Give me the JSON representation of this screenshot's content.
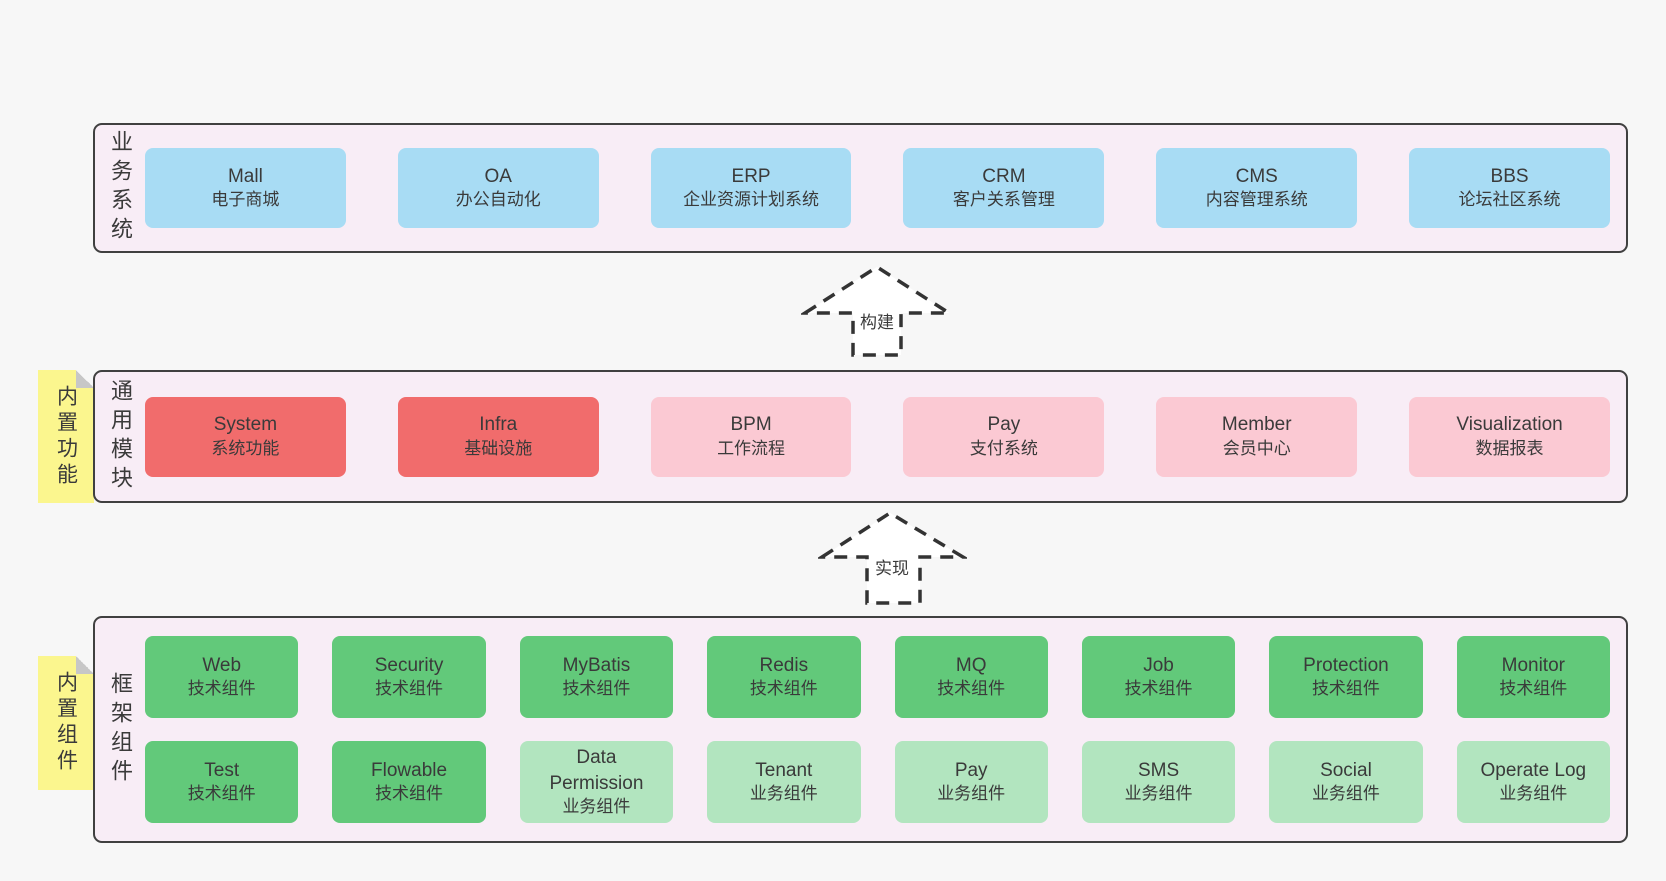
{
  "diagram": {
    "arrows": [
      {
        "id": "build",
        "label": "构建"
      },
      {
        "id": "implement",
        "label": "实现"
      }
    ],
    "tiers": [
      {
        "id": "business-systems",
        "label": "业务系统",
        "sticky": null,
        "rows": [
          [
            {
              "name": "Mall",
              "desc": "电子商城",
              "color": "blue"
            },
            {
              "name": "OA",
              "desc": "办公自动化",
              "color": "blue"
            },
            {
              "name": "ERP",
              "desc": "企业资源计划系统",
              "color": "blue"
            },
            {
              "name": "CRM",
              "desc": "客户关系管理",
              "color": "blue"
            },
            {
              "name": "CMS",
              "desc": "内容管理系统",
              "color": "blue"
            },
            {
              "name": "BBS",
              "desc": "论坛社区系统",
              "color": "blue"
            }
          ]
        ]
      },
      {
        "id": "common-modules",
        "label": "通用模块",
        "sticky": "内置功能",
        "rows": [
          [
            {
              "name": "System",
              "desc": "系统功能",
              "color": "red"
            },
            {
              "name": "Infra",
              "desc": "基础设施",
              "color": "red"
            },
            {
              "name": "BPM",
              "desc": "工作流程",
              "color": "pink"
            },
            {
              "name": "Pay",
              "desc": "支付系统",
              "color": "pink"
            },
            {
              "name": "Member",
              "desc": "会员中心",
              "color": "pink"
            },
            {
              "name": "Visualization",
              "desc": "数据报表",
              "color": "pink"
            }
          ]
        ]
      },
      {
        "id": "framework-components",
        "label": "框架组件",
        "sticky": "内置组件",
        "rows": [
          [
            {
              "name": "Web",
              "desc": "技术组件",
              "color": "green"
            },
            {
              "name": "Security",
              "desc": "技术组件",
              "color": "green"
            },
            {
              "name": "MyBatis",
              "desc": "技术组件",
              "color": "green"
            },
            {
              "name": "Redis",
              "desc": "技术组件",
              "color": "green"
            },
            {
              "name": "MQ",
              "desc": "技术组件",
              "color": "green"
            },
            {
              "name": "Job",
              "desc": "技术组件",
              "color": "green"
            },
            {
              "name": "Protection",
              "desc": "技术组件",
              "color": "green"
            },
            {
              "name": "Monitor",
              "desc": "技术组件",
              "color": "green"
            }
          ],
          [
            {
              "name": "Test",
              "desc": "技术组件",
              "color": "green"
            },
            {
              "name": "Flowable",
              "desc": "技术组件",
              "color": "green"
            },
            {
              "name": "Data\nPermission",
              "desc": "业务组件",
              "color": "light_green"
            },
            {
              "name": "Tenant",
              "desc": "业务组件",
              "color": "light_green"
            },
            {
              "name": "Pay",
              "desc": "业务组件",
              "color": "light_green"
            },
            {
              "name": "SMS",
              "desc": "业务组件",
              "color": "light_green"
            },
            {
              "name": "Social",
              "desc": "业务组件",
              "color": "light_green"
            },
            {
              "name": "Operate Log",
              "desc": "业务组件",
              "color": "light_green"
            }
          ]
        ]
      }
    ],
    "colors": {
      "blue": "#a8dcf4",
      "red": "#f16c6c",
      "pink": "#fbc9d3",
      "green": "#62c97a",
      "light_green": "#b2e5bf",
      "container_bg": "#f8edf6",
      "container_border": "#404040",
      "sticky_yellow": "#fbf68e",
      "fold_gray": "#c7c7c7",
      "page_bg": "#f7f7f7",
      "text": "#3a3a3a",
      "arrow_stroke": "#333333"
    }
  }
}
